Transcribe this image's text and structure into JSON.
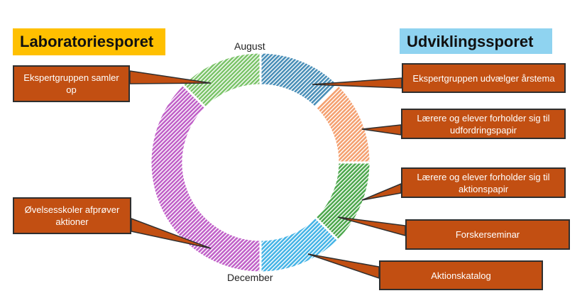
{
  "titles": {
    "left": "Laboratoriesporet",
    "right": "Udviklingssporet"
  },
  "ring_labels": {
    "top": "August",
    "bottom": "December"
  },
  "colors": {
    "left_title_bg": "#ffc000",
    "right_title_bg": "#8fd3f0",
    "callout_fill": "#c24f12",
    "segments": [
      "#4a8fb8",
      "#f4a070",
      "#4ea84e",
      "#46b4e6",
      "#c061c8",
      "#7cc46a"
    ]
  },
  "callouts": {
    "left": [
      {
        "text": "Ekspertgruppen samler op"
      },
      {
        "text": "Øvelsesskoler afprøver aktioner"
      }
    ],
    "right": [
      {
        "text": "Ekspertgruppen udvælger årstema"
      },
      {
        "text": "Lærere og elever forholder sig til udfordringspapir"
      },
      {
        "text": "Lærere og elever forholder sig til aktionspapir"
      },
      {
        "text": "Forskerseminar"
      },
      {
        "text": "Aktionskatalog"
      }
    ]
  }
}
